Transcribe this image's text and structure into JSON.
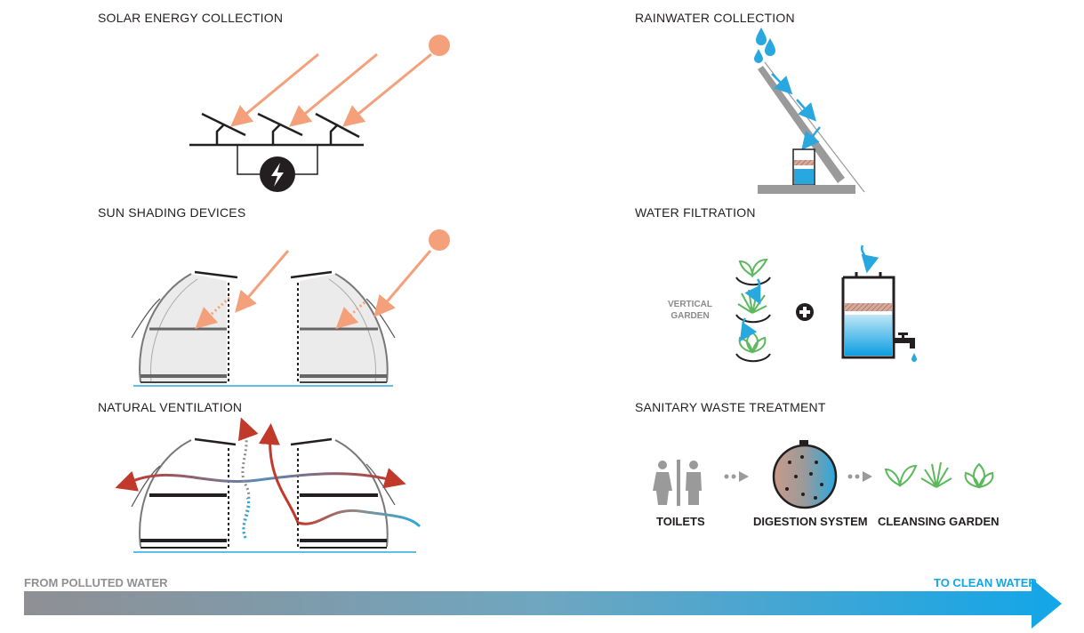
{
  "sections": {
    "solar": "SOLAR ENERGY COLLECTION",
    "shading": "SUN SHADING DEVICES",
    "ventilation": "NATURAL VENTILATION",
    "rainwater": "RAINWATER COLLECTION",
    "filtration": "WATER FILTRATION",
    "sanitary": "SANITARY WASTE TREATMENT"
  },
  "filtration": {
    "vertical_garden_line1": "VERTICAL",
    "vertical_garden_line2": "GARDEN"
  },
  "sanitary": {
    "toilets": "TOILETS",
    "digestion": "DIGESTION SYSTEM",
    "cleansing": "CLEANSING GARDEN"
  },
  "gradient": {
    "from": "FROM POLLUTED WATER",
    "to": "TO CLEAN WATER"
  },
  "colors": {
    "sun": "#f4a07a",
    "water_blue": "#29a8df",
    "warm_red": "#c0392b",
    "plant_green": "#5cb85c",
    "dark": "#231f20",
    "grey": "#9a9a9a"
  }
}
